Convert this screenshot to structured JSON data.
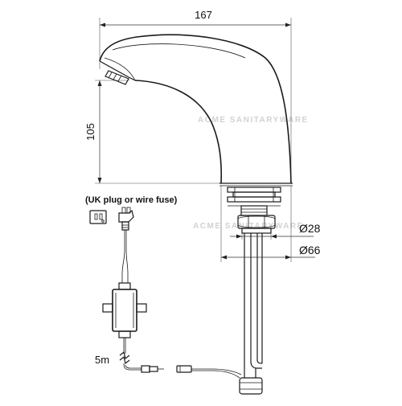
{
  "dimensions": {
    "width": "167",
    "height": "105",
    "diameter_small": "Ø28",
    "diameter_large": "Ø66"
  },
  "labels": {
    "plug_note": "(UK plug or wire fuse)",
    "cable_length": "5m"
  },
  "watermark": {
    "text": "ACME SANITARYWARE"
  },
  "colors": {
    "line": "#1a1a1a",
    "watermark": "#d2d2d2",
    "background": "#ffffff"
  }
}
